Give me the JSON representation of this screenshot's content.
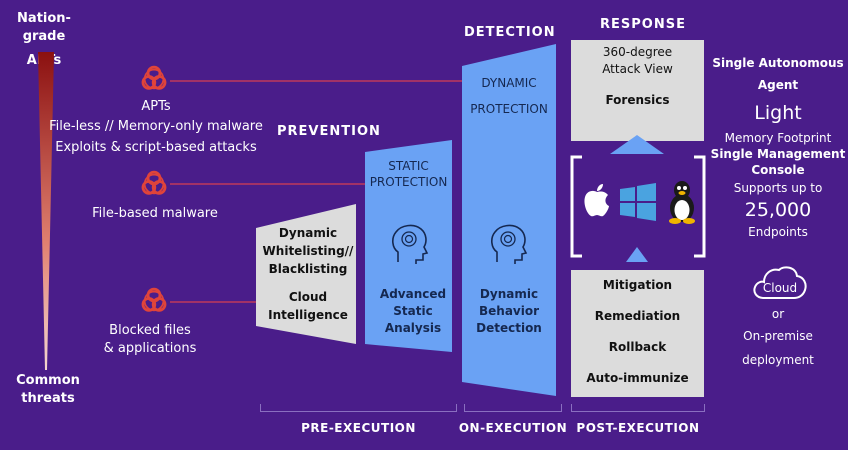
{
  "scale": {
    "top_label": "Nation-grade",
    "top_label2": "APTs",
    "bottom_label": "Common",
    "bottom_label2": "threats"
  },
  "threats": {
    "apt_title": "APTs",
    "apt_line1": "File-less // Memory-only malware",
    "apt_line2": "Exploits & script-based attacks",
    "file_based": "File-based malware",
    "blocked1": "Blocked files",
    "blocked2": "& applications"
  },
  "headings": {
    "prevention": "PREVENTION",
    "detection": "DETECTION",
    "response": "RESPONSE"
  },
  "prevention_panel": {
    "line1": "Dynamic",
    "line2": "Whitelisting//",
    "line3": "Blacklisting",
    "line4": "Cloud",
    "line5": "Intelligence"
  },
  "static_panel": {
    "title1": "STATIC",
    "title2": "PROTECTION",
    "body1": "Advanced",
    "body2": "Static",
    "body3": "Analysis"
  },
  "dynamic_panel": {
    "title1": "DYNAMIC",
    "title2": "PROTECTION",
    "body1": "Dynamic",
    "body2": "Behavior",
    "body3": "Detection"
  },
  "response_top": {
    "line1": "360-degree",
    "line2": "Attack View",
    "line3": "Forensics"
  },
  "response_bottom": {
    "items": [
      "Mitigation",
      "Remediation",
      "Rollback",
      "Auto-immunize"
    ]
  },
  "right_info": {
    "agent1": "Single Autonomous",
    "agent2": "Agent",
    "light": "Light",
    "mem": "Memory Footprint",
    "console1": "Single Management",
    "console2": "Console",
    "supports": "Supports up to",
    "count": "25,000",
    "endpoints": "Endpoints",
    "cloud": "Cloud",
    "or": "or",
    "onprem1": "On-premise",
    "onprem2": "deployment"
  },
  "phases": {
    "pre": "PRE-EXECUTION",
    "on": "ON-EXECUTION",
    "post": "POST-EXECUTION"
  },
  "colors": {
    "background": "#4a1d8a",
    "panel_gray": "#dcdcdc",
    "panel_blue": "#6aa2f4",
    "biohazard": "#e0443a",
    "connector": "#c0395a"
  }
}
